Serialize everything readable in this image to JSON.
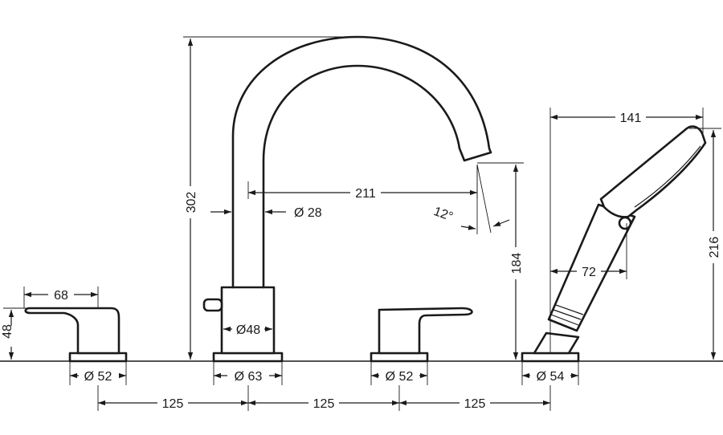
{
  "dimensions": {
    "lever_width": "68",
    "lever_height": "48",
    "base_left": "Ø 52",
    "base_spout": "Ø 63",
    "base_right": "Ø 52",
    "base_shower": "Ø 54",
    "spacing_1": "125",
    "spacing_2": "125",
    "spacing_3": "125",
    "spout_total_height": "302",
    "spout_diameter": "Ø 28",
    "spout_reach": "211",
    "spout_angle": "12°",
    "outlet_height": "184",
    "body_diameter": "Ø48",
    "shower_width": "141",
    "shower_height": "216",
    "shower_offset": "72"
  }
}
